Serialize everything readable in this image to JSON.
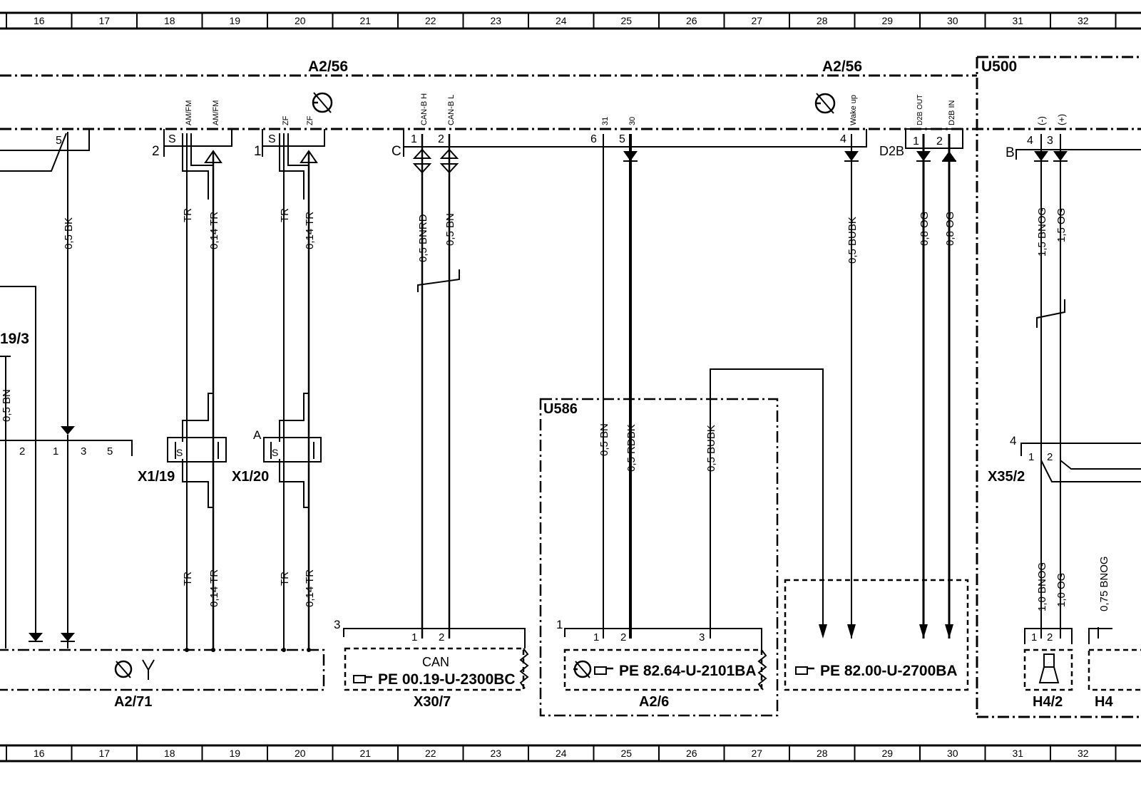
{
  "grid_columns": [
    "16",
    "17",
    "18",
    "19",
    "20",
    "21",
    "22",
    "23",
    "24",
    "25",
    "26",
    "27",
    "28",
    "29",
    "30",
    "31",
    "32"
  ],
  "components": {
    "a2_56_left": "A2/56",
    "a2_56_right": "A2/56",
    "u500": "U500",
    "u586": "U586",
    "a2_71": "A2/71",
    "x30_7": "X30/7",
    "a2_6": "A2/6",
    "h4_2": "H4/2",
    "h4_partial": "H4",
    "x1_19": "X1/19",
    "x1_20": "X1/20",
    "x35_2": "X35/2",
    "w_partial": "19/3"
  },
  "connectors": {
    "c": "C",
    "d2b": "D2B",
    "b": "B",
    "a": "A",
    "n1": "1",
    "n2": "2",
    "n3": "3",
    "n4": "4"
  },
  "pins": {
    "p5a": "5",
    "s18": "S",
    "am_fm_1": "AM/FM",
    "am_fm_2": "AM/FM",
    "s20": "S",
    "zf_1": "ZF",
    "zf_2": "ZF",
    "c1": "1",
    "c2": "2",
    "canh": "CAN-B H",
    "canl": "CAN-B L",
    "p6": "6",
    "p5": "5",
    "t31": "31",
    "t30": "30",
    "p4": "4",
    "wake": "Wake up",
    "d2b_out": "D2B OUT",
    "d2b_in": "D2B IN",
    "d2b_1": "1",
    "d2b_2": "2",
    "b4": "4",
    "b3": "3",
    "neg": "(-)",
    "pos": "(+)",
    "r2": "2",
    "r1": "1",
    "r3": "3",
    "r5": "5",
    "x19s": "S",
    "x20s": "S",
    "x30_1": "1",
    "x30_2": "2",
    "a26_1": "1",
    "a26_2": "2",
    "a26_3": "3",
    "x35_1": "1",
    "x35_2b": "2",
    "h4_1": "1",
    "h4_2b": "2"
  },
  "wires": {
    "w_bk": "0,5 BK",
    "w_tr1": "TR",
    "w_tr014a": "0,14 TR",
    "w_tr2": "TR",
    "w_tr014b": "0,14 TR",
    "w_bnrd": "0,5 BNRD",
    "w_bn": "0,5 BN",
    "w_bubk": "0,5 BUBK",
    "w_og1": "0,8 OG",
    "w_og2": "0,8 OG",
    "w_bnog15": "1,5 BNOG",
    "w_og15": "1,5 OG",
    "w_bn_left": "0,5 BN",
    "w_u586_bn": "0,5 BN",
    "w_u586_rdbk": "0,5 RDBK",
    "w_u586_bubk": "0,5 BUBK",
    "w_tr_l1": "TR",
    "w_tr014_l1": "0,14 TR",
    "w_tr_l2": "TR",
    "w_tr014_l2": "0,14 TR",
    "w_bnog10": "1,0 BNOG",
    "w_og10": "1,0 OG",
    "w_bnog075": "0,75 BNOG"
  },
  "references": {
    "can": "CAN",
    "pe1": "PE  00.19-U-2300BC",
    "pe2": "PE  82.64-U-2101BA",
    "pe3": "PE  82.00-U-2700BA"
  },
  "icons": [
    "transistor-icon",
    "antenna-icon",
    "pointing-hand-icon",
    "speaker-icon"
  ]
}
